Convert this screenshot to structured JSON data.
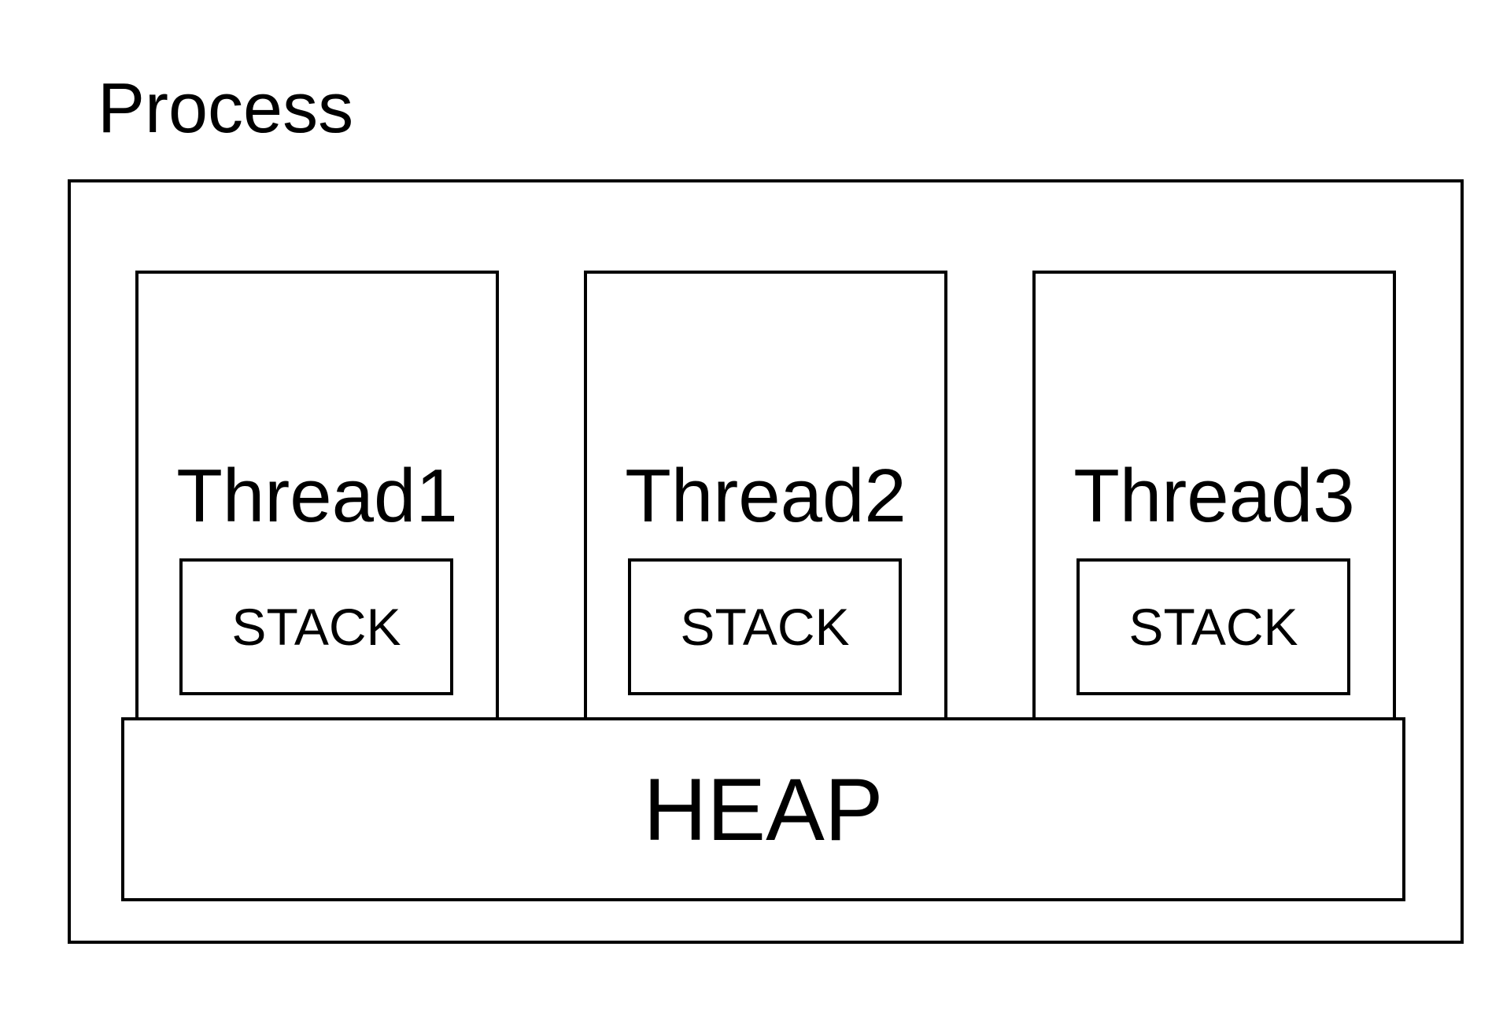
{
  "process": {
    "label": "Process"
  },
  "threads": [
    {
      "label": "Thread1",
      "stack_label": "STACK"
    },
    {
      "label": "Thread2",
      "stack_label": "STACK"
    },
    {
      "label": "Thread3",
      "stack_label": "STACK"
    }
  ],
  "heap": {
    "label": "HEAP"
  },
  "colors": {
    "line": "#000000",
    "background": "#ffffff"
  }
}
